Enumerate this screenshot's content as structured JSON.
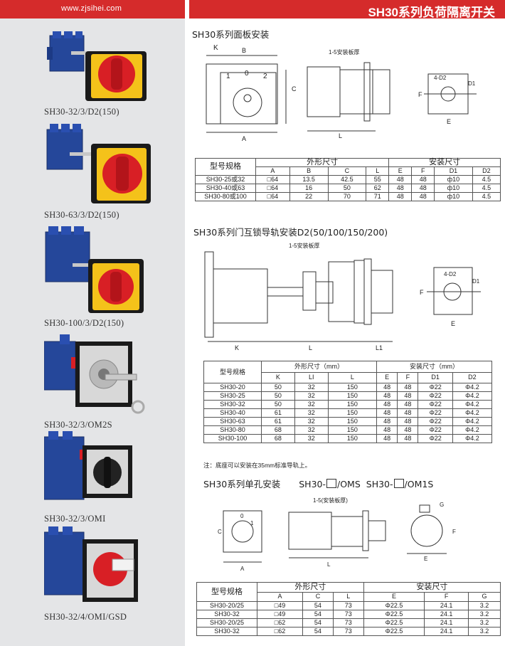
{
  "header": {
    "url": "www.zjsihei.com",
    "title": "SH30系列负荷隔离开关"
  },
  "products": [
    {
      "caption": "SH30-32/3/D2(150)"
    },
    {
      "caption": "SH30-63/3/D2(150)"
    },
    {
      "caption": "SH30-100/3/D2(150)"
    },
    {
      "caption": "SH30-32/3/OM2S"
    },
    {
      "caption": "SH30-32/3/OMI"
    },
    {
      "caption": "SH30-32/4/OMI/GSD"
    }
  ],
  "section1": {
    "title": "SH30系列面板安装",
    "drawing": {
      "k": "K",
      "b": "B",
      "c": "C",
      "a": "A",
      "l": "L",
      "plate": "1-5安装板厚",
      "pos0": "0",
      "pos1": "1",
      "pos2": "2",
      "d2": "4-D2",
      "d1": "D1",
      "f": "F",
      "e": "E"
    },
    "table": {
      "model_header": "型号规格",
      "dim_header": "外形尺寸",
      "mount_header": "安装尺寸",
      "cols": [
        "A",
        "B",
        "C",
        "L",
        "E",
        "F",
        "D1",
        "D2"
      ],
      "rows": [
        [
          "SH30-25或32",
          "□64",
          "13.5",
          "42.5",
          "55",
          "48",
          "48",
          "ф10",
          "4.5"
        ],
        [
          "SH30-40或63",
          "□64",
          "16",
          "50",
          "62",
          "48",
          "48",
          "ф10",
          "4.5"
        ],
        [
          "SH30-80或100",
          "□64",
          "22",
          "70",
          "71",
          "48",
          "48",
          "ф10",
          "4.5"
        ]
      ]
    }
  },
  "section2": {
    "title": "SH30系列门互锁导轨安装D2(50/100/150/200)",
    "drawing": {
      "plate": "1-5安装板厚",
      "k": "K",
      "l": "L",
      "l1": "L1",
      "d2": "4-D2",
      "d1": "D1",
      "f": "F",
      "e": "E"
    },
    "table": {
      "model_header": "型号规格",
      "dim_header": "外形尺寸（mm）",
      "mount_header": "安装尺寸（mm）",
      "cols": [
        "K",
        "LI",
        "L",
        "E",
        "F",
        "D1",
        "D2"
      ],
      "rows": [
        [
          "SH30-20",
          "50",
          "32",
          "150",
          "48",
          "48",
          "Φ22",
          "Φ4.2"
        ],
        [
          "SH30-25",
          "50",
          "32",
          "150",
          "48",
          "48",
          "Φ22",
          "Φ4.2"
        ],
        [
          "SH30-32",
          "50",
          "32",
          "150",
          "48",
          "48",
          "Φ22",
          "Φ4.2"
        ],
        [
          "SH30-40",
          "61",
          "32",
          "150",
          "48",
          "48",
          "Φ22",
          "Φ4.2"
        ],
        [
          "SH30-63",
          "61",
          "32",
          "150",
          "48",
          "48",
          "Φ22",
          "Φ4.2"
        ],
        [
          "SH30-80",
          "68",
          "32",
          "150",
          "48",
          "48",
          "Φ22",
          "Φ4.2"
        ],
        [
          "SH30-100",
          "68",
          "32",
          "150",
          "48",
          "48",
          "Φ22",
          "Φ4.2"
        ]
      ]
    },
    "note": "注：底座可以安装在35mm标准导轨上。"
  },
  "section3": {
    "title": "SH30系列单孔安装",
    "variant1_prefix": "SH30-",
    "variant1_suffix": "/OMS",
    "variant2_prefix": "SH30-",
    "variant2_suffix": "/OM1S",
    "drawing": {
      "plate": "1-5(安装板厚)",
      "c": "C",
      "a": "A",
      "l": "L",
      "g": "G",
      "f": "F",
      "e": "E",
      "pos0": "0",
      "pos1": "1"
    },
    "table": {
      "model_header": "型号规格",
      "dim_header": "外形尺寸",
      "mount_header": "安装尺寸",
      "cols": [
        "A",
        "C",
        "L",
        "E",
        "F",
        "G"
      ],
      "rows": [
        [
          "SH30-20/25",
          "□49",
          "54",
          "73",
          "Φ22.5",
          "24.1",
          "3.2"
        ],
        [
          "SH30-32",
          "□49",
          "54",
          "73",
          "Φ22.5",
          "24.1",
          "3.2"
        ],
        [
          "SH30-20/25",
          "□62",
          "54",
          "73",
          "Φ22.5",
          "24.1",
          "3.2"
        ],
        [
          "SH30-32",
          "□62",
          "54",
          "73",
          "Φ22.5",
          "24.1",
          "3.2"
        ]
      ]
    }
  }
}
